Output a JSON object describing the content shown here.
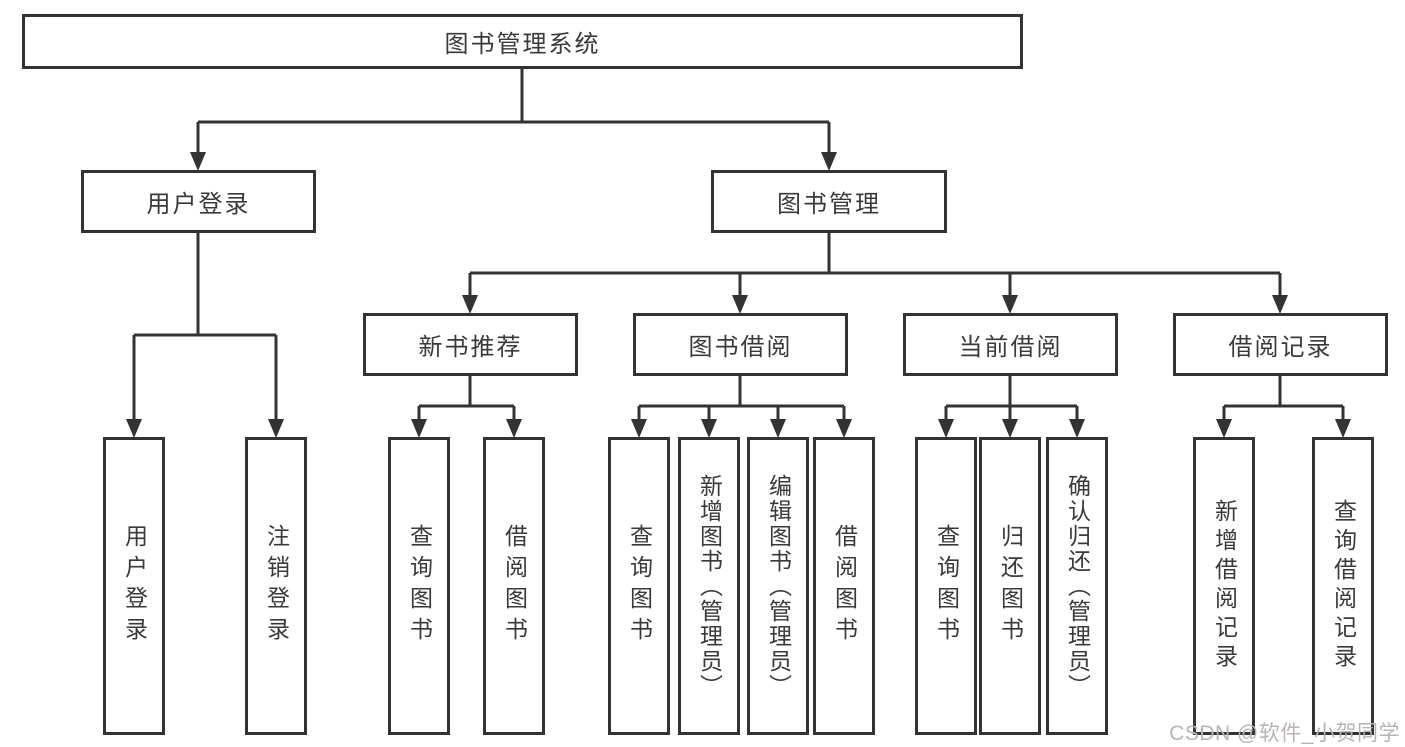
{
  "diagram": {
    "root": {
      "label": "图书管理系统"
    },
    "branches": [
      {
        "label": "用户登录",
        "children": [
          {
            "label": "用户登录"
          },
          {
            "label": "注销登录"
          }
        ]
      },
      {
        "label": "图书管理",
        "children": [
          {
            "label": "新书推荐",
            "children": [
              {
                "label": "查询图书"
              },
              {
                "label": "借阅图书"
              }
            ]
          },
          {
            "label": "图书借阅",
            "children": [
              {
                "label": "查询图书"
              },
              {
                "label": "新增图书（管理员）"
              },
              {
                "label": "编辑图书（管理员）"
              },
              {
                "label": "借阅图书"
              }
            ]
          },
          {
            "label": "当前借阅",
            "children": [
              {
                "label": "查询图书"
              },
              {
                "label": "归还图书"
              },
              {
                "label": "确认归还（管理员）"
              }
            ]
          },
          {
            "label": "借阅记录",
            "children": [
              {
                "label": "新增借阅记录"
              },
              {
                "label": "查询借阅记录"
              }
            ]
          }
        ]
      }
    ]
  },
  "watermark": "CSDN @软件_小贺同学",
  "colors": {
    "line": "#333333",
    "text": "#3a3a3a",
    "watermark": "#b9b3b5",
    "background": "#ffffff"
  }
}
